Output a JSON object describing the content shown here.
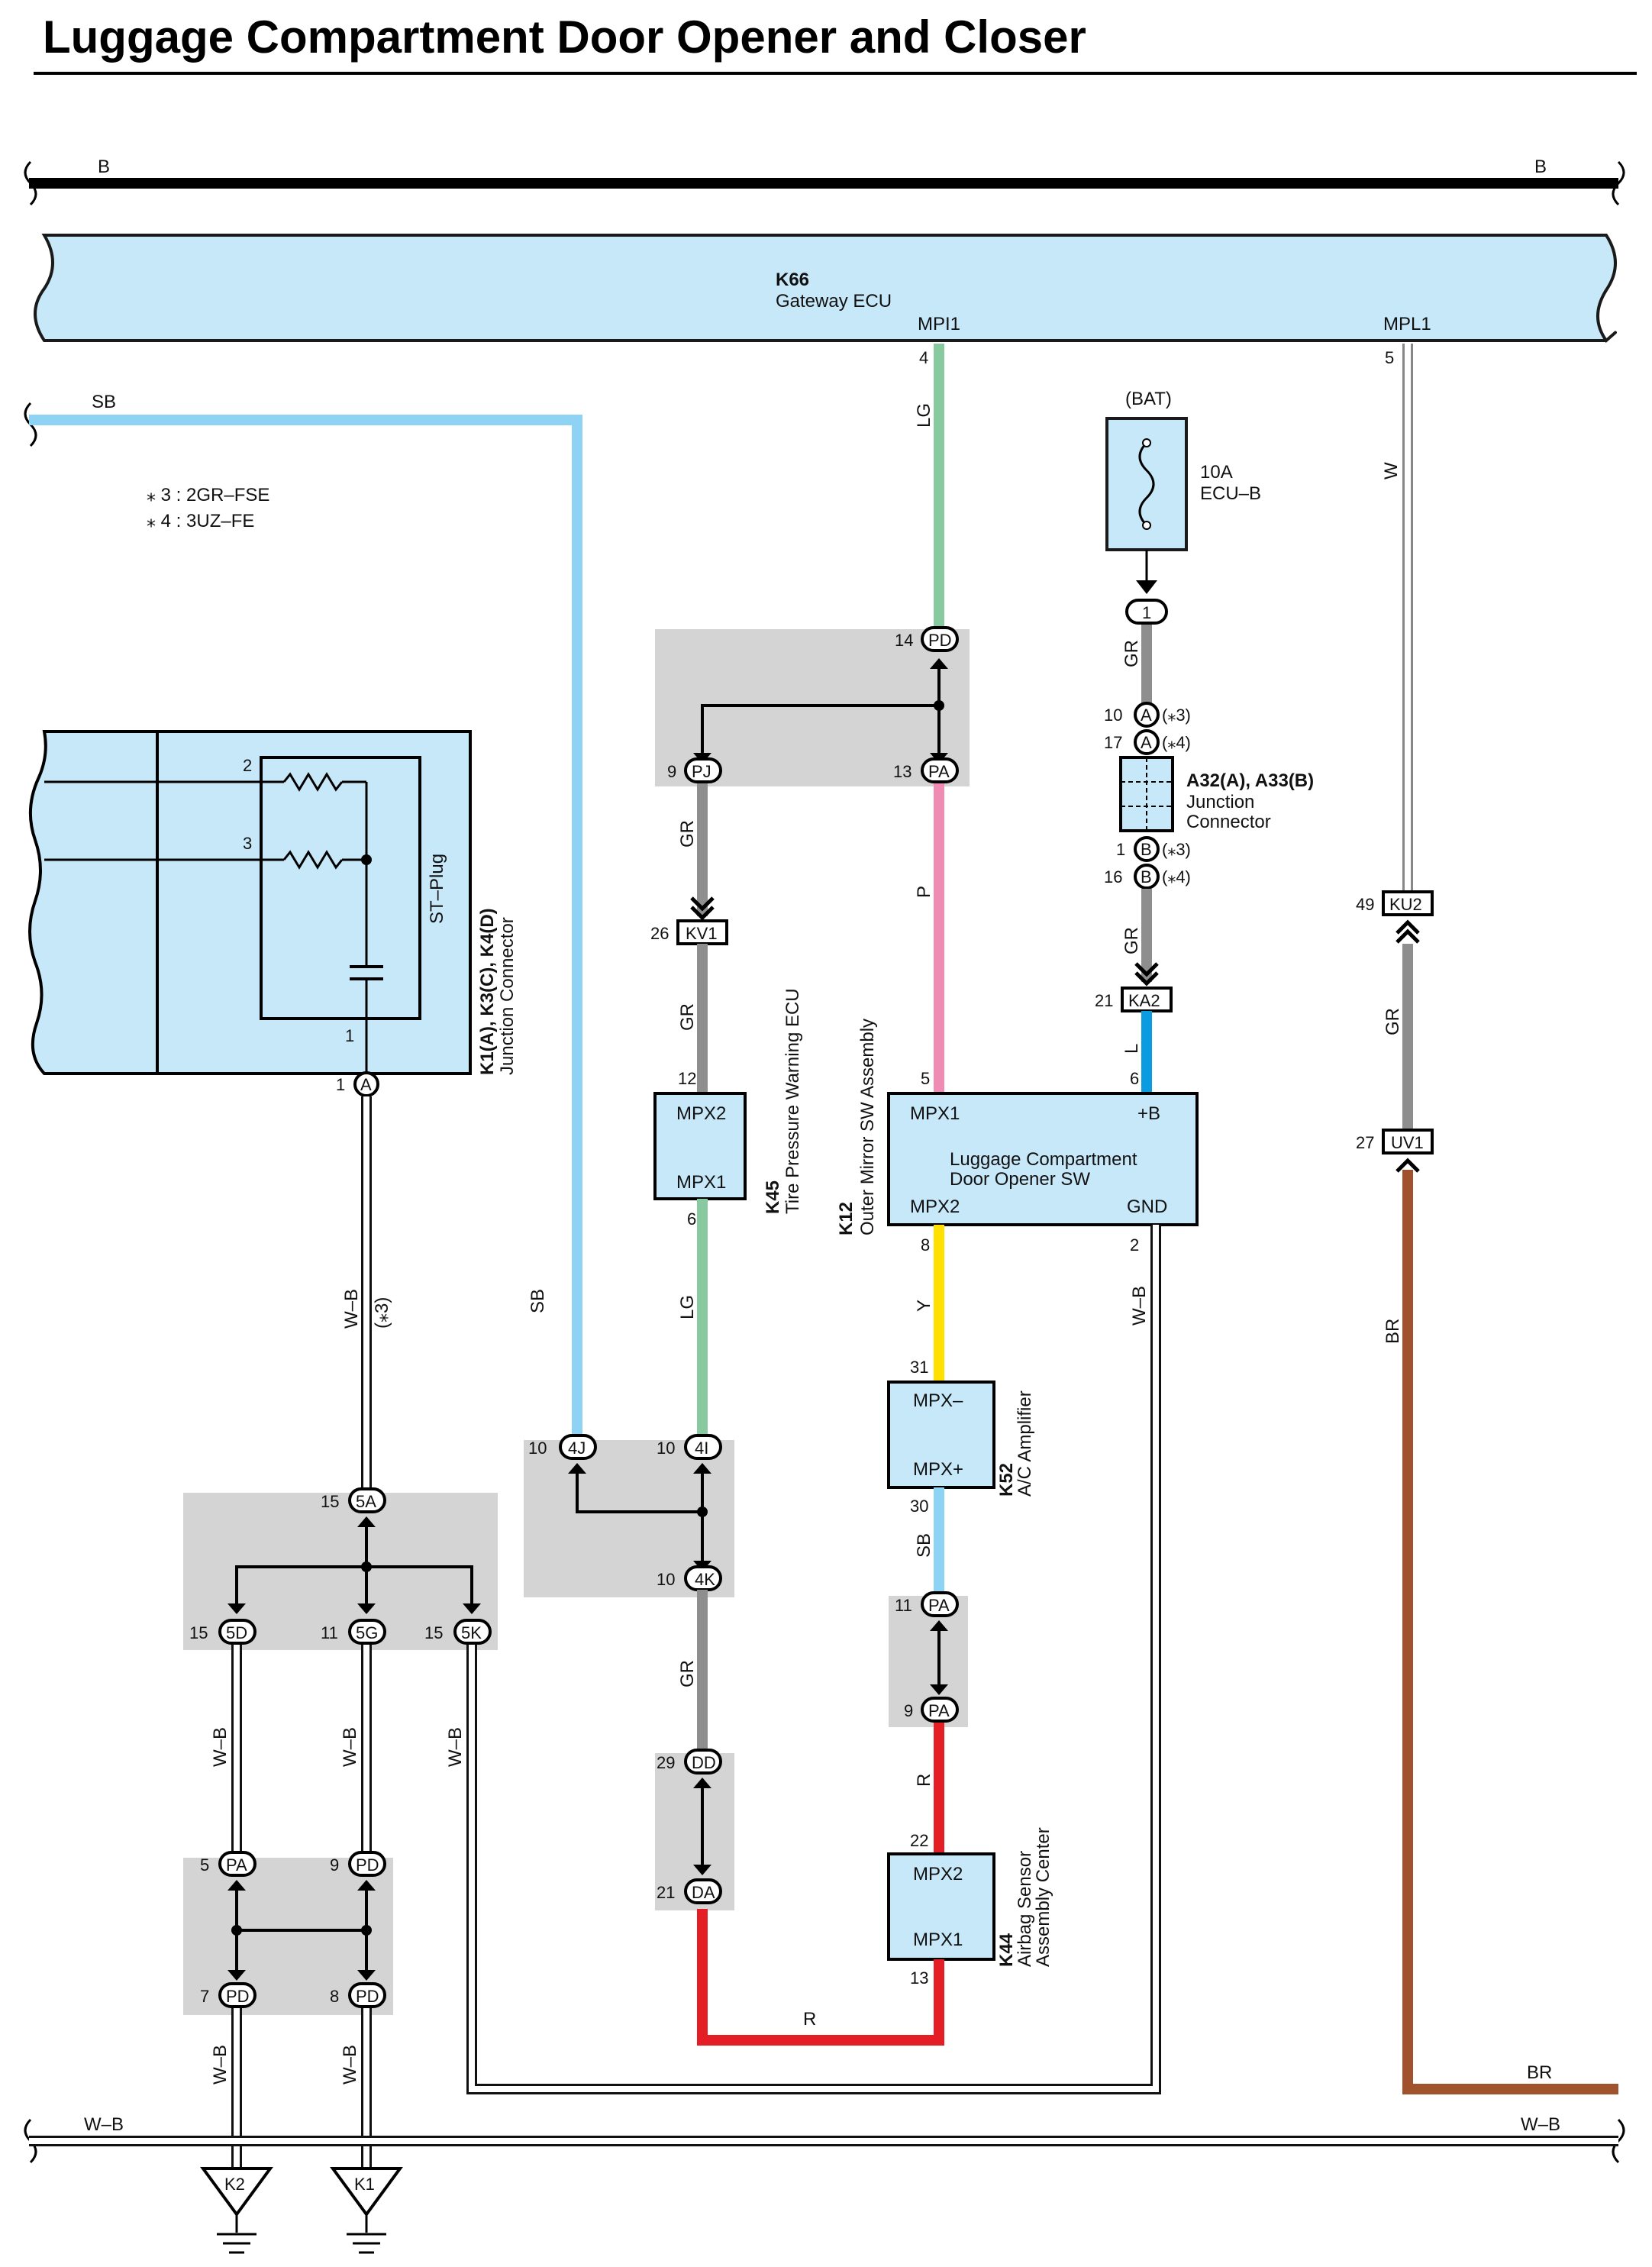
{
  "title": "Luggage Compartment Door Opener and Closer",
  "notes": [
    "⁎ 3 : 2GR–FSE",
    "⁎ 4 : 3UZ–FE"
  ],
  "colors": {
    "B": "#1a1a1a",
    "W-B": "#ffffff",
    "SB": "#8fd3f4",
    "LG": "#88c9a0",
    "GR": "#8e8e8e",
    "P": "#f08cb4",
    "L": "#0b9be0",
    "W": "#ffffff",
    "BR": "#a0522d",
    "Y": "#ffe000",
    "R": "#e31e24",
    "component_fill": "#c7e8f9",
    "splice_box": "#d4d4d4"
  },
  "buses": {
    "top_left": "B",
    "top_right": "B",
    "bottom_left": "W–B",
    "bottom_right": "W–B"
  },
  "gateway": {
    "code": "K66",
    "name": "Gateway ECU",
    "pin_mpi1": "MPI1",
    "pin_mpl1": "MPL1",
    "pin4": "4",
    "pin5": "5"
  },
  "fuse": {
    "source": "(BAT)",
    "rating": "10A",
    "name": "ECU–B",
    "out_pin": "1"
  },
  "junction_a": {
    "code": "A32(A), A33(B)",
    "name1": "Junction",
    "name2": "Connector",
    "p10": "10",
    "p17": "17",
    "p1": "1",
    "p16": "16",
    "n3": "(⁎3)",
    "n4": "(⁎4)",
    "n3b": "(⁎3)",
    "n4b": "(⁎4)",
    "lA": "A",
    "lB": "B"
  },
  "st_plug": {
    "label": "ST–Plug",
    "code": "K1(A), K3(C), K4(D)",
    "name": "Junction Connector",
    "p2": "2",
    "p3": "3",
    "p1": "1",
    "out_pin": "1",
    "out_label": "A"
  },
  "k45": {
    "code": "K45",
    "name": "Tire Pressure Warning ECU",
    "top": "MPX2",
    "bottom": "MPX1",
    "pin_top": "12",
    "pin_bottom": "6"
  },
  "k12": {
    "code": "K12",
    "name": "Outer Mirror SW Assembly",
    "title1": "Luggage Compartment",
    "title2": "Door Opener SW",
    "mpx1": "MPX1",
    "b": "+B",
    "mpx2": "MPX2",
    "gnd": "GND",
    "p5": "5",
    "p6": "6",
    "p8": "8",
    "p2": "2"
  },
  "k52": {
    "code": "K52",
    "name": "A/C Amplifier",
    "top": "MPX–",
    "bottom": "MPX+",
    "pin_top": "31",
    "pin_bottom": "30"
  },
  "k44": {
    "code": "K44",
    "name1": "Airbag Sensor",
    "name2": "Assembly Center",
    "top": "MPX2",
    "bottom": "MPX1",
    "pin_top": "22",
    "pin_bottom": "13"
  },
  "connectors": {
    "kv1": {
      "label": "KV1",
      "pin": "26"
    },
    "ka2": {
      "label": "KA2",
      "pin": "21"
    },
    "ku2": {
      "label": "KU2",
      "pin": "49"
    },
    "uv1": {
      "label": "UV1",
      "pin": "27"
    }
  },
  "splices": {
    "pd14": {
      "label": "PD",
      "pin": "14"
    },
    "pj9": {
      "label": "PJ",
      "pin": "9"
    },
    "pa13": {
      "label": "PA",
      "pin": "13"
    },
    "j4": {
      "label": "4J",
      "pin": "10"
    },
    "i4": {
      "label": "4I",
      "pin": "10"
    },
    "k4": {
      "label": "4K",
      "pin": "10"
    },
    "a5": {
      "label": "5A",
      "pin": "15"
    },
    "d5": {
      "label": "5D",
      "pin": "15"
    },
    "g5": {
      "label": "5G",
      "pin": "11"
    },
    "k5": {
      "label": "5K",
      "pin": "15"
    },
    "pa11": {
      "label": "PA",
      "pin": "11"
    },
    "pa9": {
      "label": "PA",
      "pin": "9"
    },
    "dd29": {
      "label": "DD",
      "pin": "29"
    },
    "da21": {
      "label": "DA",
      "pin": "21"
    },
    "pa5": {
      "label": "PA",
      "pin": "5"
    },
    "pd9": {
      "label": "PD",
      "pin": "9"
    },
    "pd7": {
      "label": "PD",
      "pin": "7"
    },
    "pd8": {
      "label": "PD",
      "pin": "8"
    }
  },
  "wire_labels": {
    "sb_top": "SB",
    "lg_top": "LG",
    "w": "W",
    "gr_fuse": "GR",
    "gr_ja": "GR",
    "l": "L",
    "gr_ku": "GR",
    "br": "BR",
    "br_bottom": "BR",
    "gr_pj": "GR",
    "gr_k45": "GR",
    "lg_k45": "LG",
    "p": "P",
    "wb_st": "W–B",
    "n3_st": "(⁎3)",
    "sb_mid": "SB",
    "wb_gnd": "W–B",
    "y": "Y",
    "sb_k52": "SB",
    "r_pa": "R",
    "gr_4k": "GR",
    "r_bottom": "R",
    "wb_5d": "W–B",
    "wb_5g": "W–B",
    "wb_5k": "W–B",
    "wb_7": "W–B",
    "wb_8": "W–B"
  },
  "grounds": {
    "g1": "K2",
    "g2": "K1"
  }
}
